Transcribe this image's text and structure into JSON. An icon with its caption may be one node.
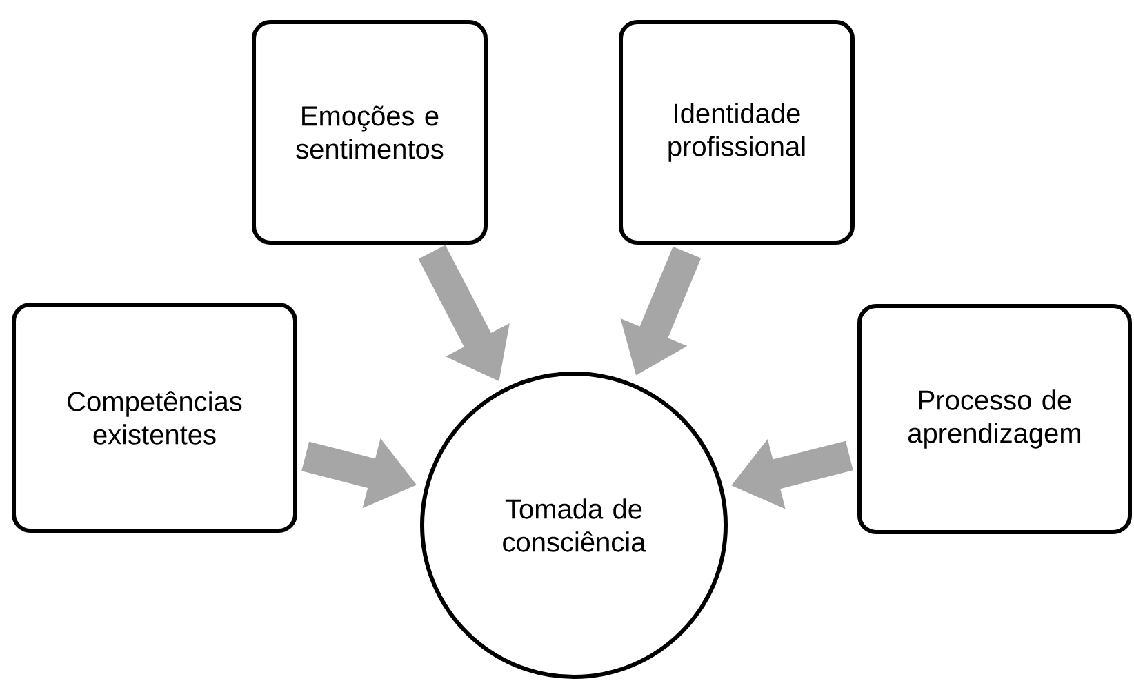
{
  "diagram": {
    "nodes": [
      {
        "text": [
          "Tomada de consciência"
        ]
      },
      {
        "text": [
          "Competências existentes"
        ]
      },
      {
        "text": [
          "Emoções e sentimentos"
        ]
      },
      {
        "text": [
          "Identidade profissional"
        ]
      },
      {
        "text": [
          "Processo de aprendizagem"
        ]
      }
    ],
    "edges": [
      {
        "from": 1,
        "to": 0,
        "arrow": "to"
      },
      {
        "from": 2,
        "to": 0,
        "arrow": "to"
      },
      {
        "from": 3,
        "to": 0,
        "arrow": "to"
      },
      {
        "from": 4,
        "to": 0,
        "arrow": "to"
      }
    ]
  }
}
